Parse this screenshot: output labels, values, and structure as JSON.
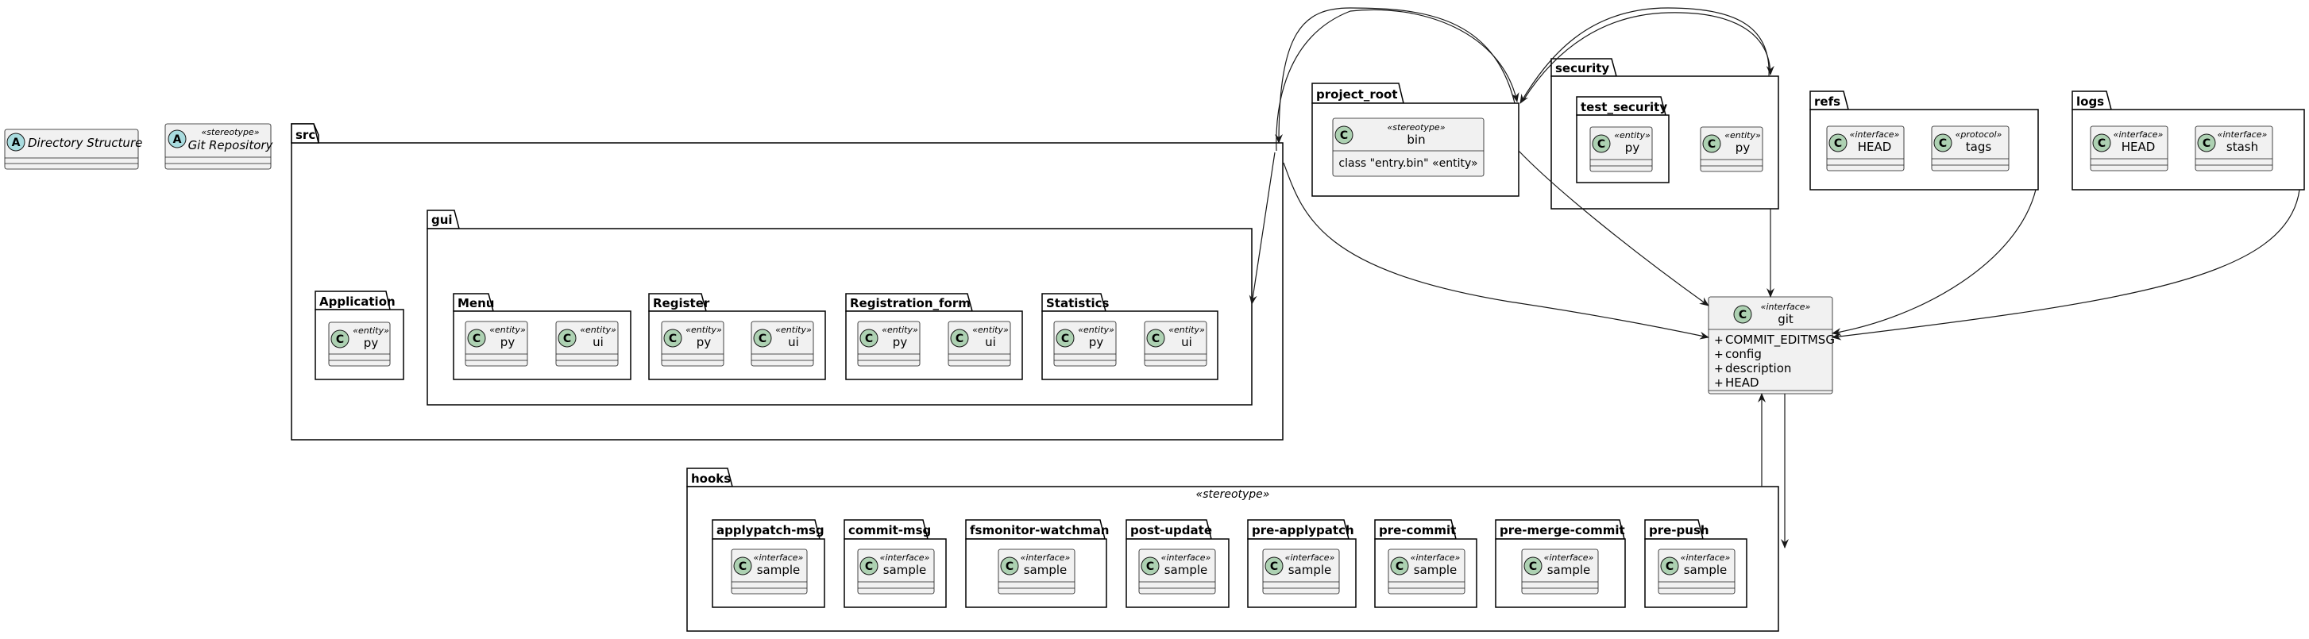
{
  "colors": {
    "class_fill": "#f1f1f1",
    "class_stroke": "#181818",
    "circle_c_fill": "#add1b2",
    "circle_a_fill": "#a9dcdf",
    "line": "#181818",
    "package_fill": "#ffffff"
  },
  "icons": {
    "class_circle": "C-class-icon",
    "abstract_circle": "A-abstract-icon"
  },
  "abstract_classes": [
    {
      "id": "directory-structure",
      "name": "Directory Structure",
      "stereotype": ""
    },
    {
      "id": "git-repository",
      "name": "Git Repository",
      "stereotype": "«stereotype»"
    }
  ],
  "packages": {
    "src": {
      "name": "src"
    },
    "gui": {
      "name": "gui"
    },
    "application": {
      "name": "Application"
    },
    "menu": {
      "name": "Menu"
    },
    "register": {
      "name": "Register"
    },
    "registration_form": {
      "name": "Registration_form"
    },
    "statistics": {
      "name": "Statistics"
    },
    "project_root": {
      "name": "project_root"
    },
    "security": {
      "name": "security"
    },
    "test_security": {
      "name": "test_security"
    },
    "refs": {
      "name": "refs"
    },
    "logs": {
      "name": "logs"
    },
    "hooks": {
      "name": "hooks",
      "stereotype": "«stereotype»"
    },
    "applypatch_msg": {
      "name": "applypatch-msg"
    },
    "commit_msg": {
      "name": "commit-msg"
    },
    "fsmonitor_watchman": {
      "name": "fsmonitor-watchman"
    },
    "post_update": {
      "name": "post-update"
    },
    "pre_applypatch": {
      "name": "pre-applypatch"
    },
    "pre_commit": {
      "name": "pre-commit"
    },
    "pre_merge_commit": {
      "name": "pre-merge-commit"
    },
    "pre_push": {
      "name": "pre-push"
    }
  },
  "classes": {
    "application_py": {
      "name": "py",
      "stereotype": "«entity»"
    },
    "menu_py": {
      "name": "py",
      "stereotype": "«entity»"
    },
    "menu_ui": {
      "name": "ui",
      "stereotype": "«entity»"
    },
    "register_py": {
      "name": "py",
      "stereotype": "«entity»"
    },
    "register_ui": {
      "name": "ui",
      "stereotype": "«entity»"
    },
    "registration_form_py": {
      "name": "py",
      "stereotype": "«entity»"
    },
    "registration_form_ui": {
      "name": "ui",
      "stereotype": "«entity»"
    },
    "statistics_py": {
      "name": "py",
      "stereotype": "«entity»"
    },
    "statistics_ui": {
      "name": "ui",
      "stereotype": "«entity»"
    },
    "bin": {
      "name": "bin",
      "stereotype": "«stereotype»",
      "body": "class \"entry.bin\" «entity»"
    },
    "test_security_py": {
      "name": "py",
      "stereotype": "«entity»"
    },
    "security_py": {
      "name": "py",
      "stereotype": "«entity»"
    },
    "refs_head": {
      "name": "HEAD",
      "stereotype": "«interface»"
    },
    "refs_tags": {
      "name": "tags",
      "stereotype": "«protocol»"
    },
    "logs_head": {
      "name": "HEAD",
      "stereotype": "«interface»"
    },
    "logs_stash": {
      "name": "stash",
      "stereotype": "«interface»"
    },
    "hook_applypatch_msg": {
      "name": "sample",
      "stereotype": "«interface»"
    },
    "hook_commit_msg": {
      "name": "sample",
      "stereotype": "«interface»"
    },
    "hook_fsmonitor_watchman": {
      "name": "sample",
      "stereotype": "«interface»"
    },
    "hook_post_update": {
      "name": "sample",
      "stereotype": "«interface»"
    },
    "hook_pre_applypatch": {
      "name": "sample",
      "stereotype": "«interface»"
    },
    "hook_pre_commit": {
      "name": "sample",
      "stereotype": "«interface»"
    },
    "hook_pre_merge_commit": {
      "name": "sample",
      "stereotype": "«interface»"
    },
    "hook_pre_push": {
      "name": "sample",
      "stereotype": "«interface»"
    }
  },
  "git": {
    "name": "git",
    "stereotype": "«interface»",
    "visibility_symbol": "+",
    "fields": [
      "COMMIT_EDITMSG",
      "config",
      "description",
      "HEAD"
    ]
  }
}
